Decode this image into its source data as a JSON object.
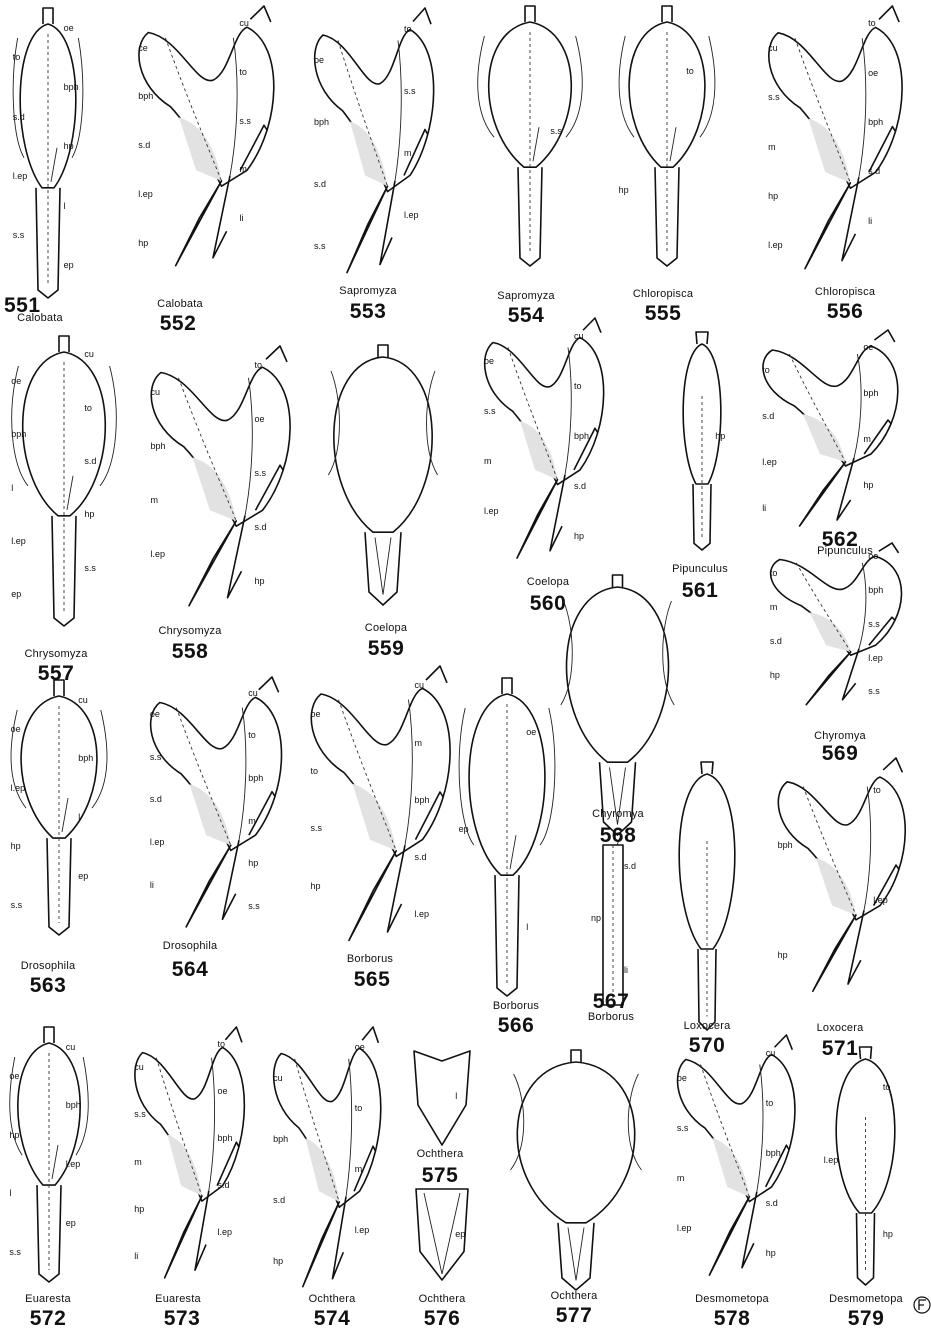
{
  "figures": [
    {
      "number": "551",
      "genus": "Calobata",
      "labels": [
        "oe",
        "to",
        "bph",
        "s.d",
        "hp",
        "l.ep",
        "l",
        "s.s",
        "ep"
      ]
    },
    {
      "number": "552",
      "genus": "Calobata",
      "labels": [
        "cu",
        "ce",
        "to",
        "bph",
        "s.s",
        "s.d",
        "m",
        "l.ep",
        "li",
        "hp"
      ]
    },
    {
      "number": "553",
      "genus": "Sapromyza",
      "labels": [
        "to",
        "oe",
        "s.s",
        "bph",
        "m",
        "s.d",
        "l.ep",
        "s.s"
      ]
    },
    {
      "number": "554",
      "genus": "Sapromyza",
      "labels": [
        "s.s"
      ]
    },
    {
      "number": "555",
      "genus": "Chloropisca",
      "labels": [
        "to",
        "hp"
      ]
    },
    {
      "number": "556",
      "genus": "Chloropisca",
      "labels": [
        "to",
        "cu",
        "oe",
        "s.s",
        "bph",
        "m",
        "s.d",
        "hp",
        "li",
        "l.ep"
      ]
    },
    {
      "number": "557",
      "genus": "Chrysomyza",
      "labels": [
        "cu",
        "oe",
        "to",
        "bph",
        "s.d",
        "l",
        "hp",
        "l.ep",
        "s.s",
        "ep"
      ]
    },
    {
      "number": "558",
      "genus": "Chrysomyza",
      "labels": [
        "to",
        "cu",
        "oe",
        "bph",
        "s.s",
        "m",
        "s.d",
        "l.ep",
        "hp"
      ]
    },
    {
      "number": "559",
      "genus": "Coelopa",
      "labels": []
    },
    {
      "number": "560",
      "genus": "Coelopa",
      "labels": [
        "cu",
        "oe",
        "to",
        "s.s",
        "bph",
        "m",
        "s.d",
        "l.ep",
        "hp"
      ]
    },
    {
      "number": "561",
      "genus": "Pipunculus",
      "labels": [
        "hp"
      ]
    },
    {
      "number": "562",
      "genus": "Pipunculus",
      "labels": [
        "oe",
        "to",
        "bph",
        "s.d",
        "m",
        "l.ep",
        "hp",
        "li"
      ]
    },
    {
      "number": "563",
      "genus": "Drosophila",
      "labels": [
        "cu",
        "oe",
        "bph",
        "l.ep",
        "l",
        "hp",
        "ep",
        "s.s"
      ]
    },
    {
      "number": "564",
      "genus": "Drosophila",
      "labels": [
        "cu",
        "oe",
        "to",
        "s.s",
        "bph",
        "s.d",
        "m",
        "l.ep",
        "hp",
        "li",
        "s.s"
      ]
    },
    {
      "number": "565",
      "genus": "Borborus",
      "labels": [
        "cu",
        "oe",
        "m",
        "to",
        "bph",
        "s.s",
        "s.d",
        "hp",
        "l.ep"
      ]
    },
    {
      "number": "566",
      "genus": "Borborus",
      "labels": [
        "oe",
        "ep",
        "l"
      ]
    },
    {
      "number": "567",
      "genus": "Borborus",
      "labels": [
        "s.d",
        "np",
        "li"
      ]
    },
    {
      "number": "568",
      "genus": "Chyromya",
      "labels": []
    },
    {
      "number": "569",
      "genus": "Chyromya",
      "labels": [
        "oe",
        "to",
        "bph",
        "m",
        "s.s",
        "s.d",
        "l.ep",
        "hp",
        "s.s"
      ]
    },
    {
      "number": "570",
      "genus": "Loxocera",
      "labels": []
    },
    {
      "number": "571",
      "genus": "Loxocera",
      "labels": [
        "to",
        "bph",
        "l.ep",
        "hp"
      ]
    },
    {
      "number": "572",
      "genus": "Euaresta",
      "labels": [
        "cu",
        "oe",
        "bph",
        "hp",
        "l.ep",
        "l",
        "ep",
        "s.s"
      ]
    },
    {
      "number": "573",
      "genus": "Euaresta",
      "labels": [
        "to",
        "cu",
        "oe",
        "s.s",
        "bph",
        "m",
        "s.d",
        "hp",
        "l.ep",
        "li"
      ]
    },
    {
      "number": "574",
      "genus": "Ochthera",
      "labels": [
        "oe",
        "cu",
        "to",
        "bph",
        "m",
        "s.d",
        "l.ep",
        "hp"
      ]
    },
    {
      "number": "575",
      "genus": "Ochthera",
      "labels": [
        "l"
      ]
    },
    {
      "number": "576",
      "genus": "Ochthera",
      "labels": [
        "ep"
      ]
    },
    {
      "number": "577",
      "genus": "Ochthera",
      "labels": []
    },
    {
      "number": "578",
      "genus": "Desmometopa",
      "labels": [
        "cu",
        "oe",
        "to",
        "s.s",
        "bph",
        "m",
        "s.d",
        "l.ep",
        "hp"
      ]
    },
    {
      "number": "579",
      "genus": "Desmometopa",
      "labels": [
        "to",
        "l.ep",
        "hp"
      ]
    }
  ],
  "monogram": "F"
}
